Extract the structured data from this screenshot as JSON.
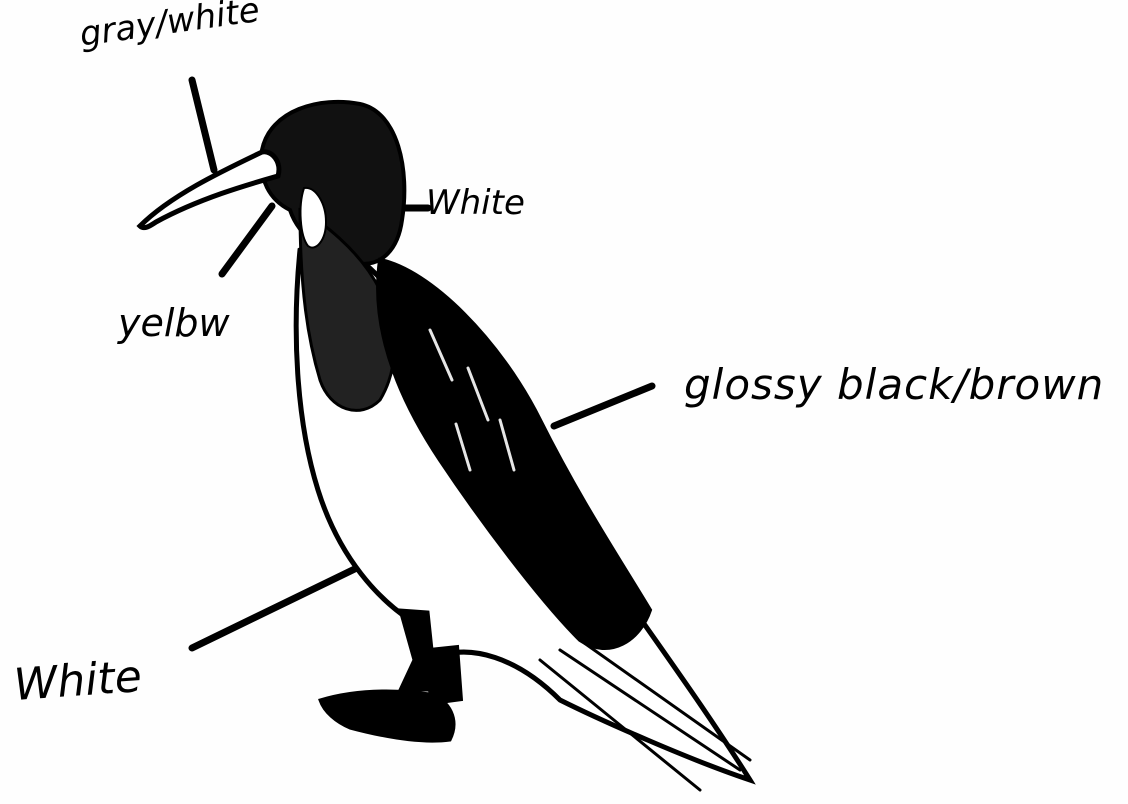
{
  "labels": {
    "beak": "gray/white",
    "head_patch": "White",
    "face_skin": "yelbw",
    "back_wings": "glossy black/brown",
    "belly": "White"
  },
  "colors": {
    "ink": "#000000",
    "paper": "#fefefe"
  }
}
